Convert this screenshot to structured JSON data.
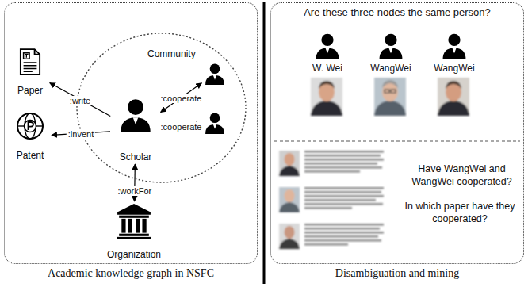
{
  "diagram": {
    "nodes": [
      {
        "text": [
          "Academic knowledge graph in NSFC"
        ]
      },
      {
        "text": [
          "Paper"
        ],
        "in": 0
      },
      {
        "text": [
          "Patent"
        ],
        "in": 0
      },
      {
        "text": [
          "Community"
        ],
        "in": 0
      },
      {
        "text": [
          "Scholar"
        ],
        "in": 3
      },
      {
        "text": [],
        "in": 3
      },
      {
        "text": [],
        "in": 3
      },
      {
        "text": [
          "Organization"
        ],
        "in": 0
      },
      {
        "text": [
          "Disambiguation and mining"
        ]
      },
      {
        "text": [
          "W. Wei"
        ],
        "in": 8
      },
      {
        "text": [
          "WangWei"
        ],
        "in": 8
      },
      {
        "text": [
          "WangWei"
        ],
        "in": 8
      }
    ],
    "edges": [
      {
        "from": 4,
        "to": 1,
        "arrow": "to",
        "label": ":write"
      },
      {
        "from": 4,
        "to": 2,
        "arrow": "to",
        "label": ":invent"
      },
      {
        "from": 4,
        "to": 5,
        "arrow": "both",
        "label": ":cooperate"
      },
      {
        "from": 4,
        "to": 6,
        "arrow": "both",
        "label": ":cooperate"
      },
      {
        "from": 4,
        "to": 7,
        "arrow": "both",
        "label": ":workFor"
      }
    ],
    "labels": [
      "Are these three nodes the same person?",
      "Have WangWei and WangWei cooperated?",
      "In which paper have they cooperated?"
    ]
  }
}
